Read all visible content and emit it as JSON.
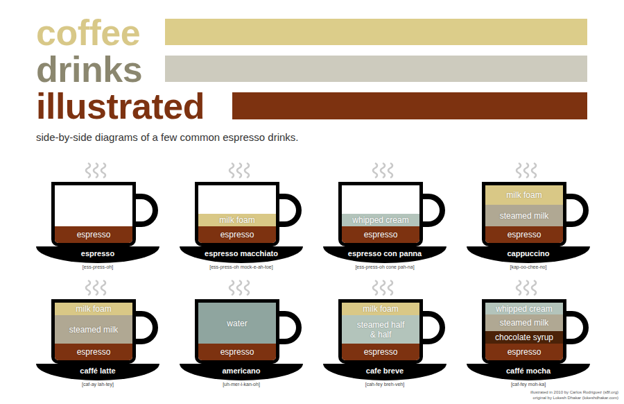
{
  "diagram": {
    "title": "coffee drinks illustrated",
    "caption": "side-by-side diagrams of a few common espresso drinks.",
    "nodes": [
      {
        "text": [
          "espresso",
          "[ess-press-oh]"
        ]
      },
      {
        "text": [
          "espresso"
        ],
        "in": 0
      },
      {
        "text": [
          "espresso macchiato",
          "[ess-press-oh mock-e-ah-toe]"
        ]
      },
      {
        "text": [
          "milk foam"
        ],
        "in": 2
      },
      {
        "text": [
          "espresso"
        ],
        "in": 2
      },
      {
        "text": [
          "espresso con panna",
          "[ess-press-oh cone pah-na]"
        ]
      },
      {
        "text": [
          "whipped cream"
        ],
        "in": 5
      },
      {
        "text": [
          "espresso"
        ],
        "in": 5
      },
      {
        "text": [
          "cappuccino",
          "[kap-oo-chee-no]"
        ]
      },
      {
        "text": [
          "milk foam"
        ],
        "in": 8
      },
      {
        "text": [
          "steamed milk"
        ],
        "in": 8
      },
      {
        "text": [
          "espresso"
        ],
        "in": 8
      },
      {
        "text": [
          "caffé latte",
          "[caf-ay lah-tey]"
        ]
      },
      {
        "text": [
          "milk foam"
        ],
        "in": 12
      },
      {
        "text": [
          "steamed milk"
        ],
        "in": 12
      },
      {
        "text": [
          "espresso"
        ],
        "in": 12
      },
      {
        "text": [
          "americano",
          "[uh-mer-i-kan-oh]"
        ]
      },
      {
        "text": [
          "water"
        ],
        "in": 16
      },
      {
        "text": [
          "espresso"
        ],
        "in": 16
      },
      {
        "text": [
          "cafe breve",
          "[cah-fey breh-veh]"
        ]
      },
      {
        "text": [
          "milk foam"
        ],
        "in": 19
      },
      {
        "text": [
          "steamed half & half"
        ],
        "in": 19
      },
      {
        "text": [
          "espresso"
        ],
        "in": 19
      },
      {
        "text": [
          "caffé mocha",
          "[caf-fey moh-ka]"
        ]
      },
      {
        "text": [
          "whipped cream"
        ],
        "in": 23
      },
      {
        "text": [
          "steamed milk"
        ],
        "in": 23
      },
      {
        "text": [
          "chocolate syrup"
        ],
        "in": 23
      },
      {
        "text": [
          "espresso"
        ],
        "in": 23
      }
    ],
    "labels": [
      "illustrated in 2010 by Carlos Rodriguez (s8f.org)",
      "original by Lokesh Dhakar (lokeshdhakar.com)"
    ]
  }
}
